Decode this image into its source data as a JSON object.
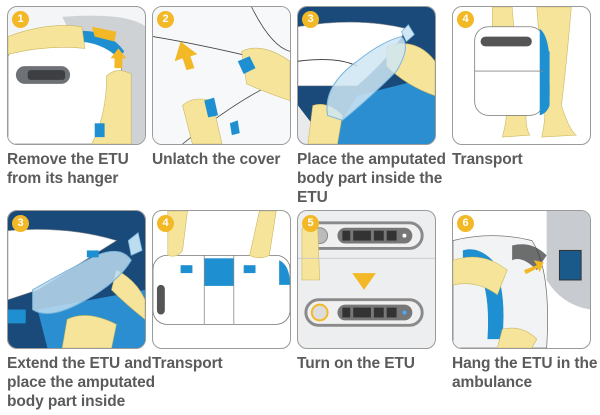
{
  "colors": {
    "badge": "#f2b826",
    "caption": "#5b5b5b",
    "device_blue": "#1e8fd0",
    "hand": "#f5e49a",
    "panel_border": "#9a9a9a"
  },
  "steps_top": [
    {
      "number": "1",
      "caption": "Remove the ETU from its hanger",
      "icon": "remove-from-hanger-illustration"
    },
    {
      "number": "2",
      "caption": "Unlatch the cover",
      "icon": "unlatch-cover-illustration"
    },
    {
      "number": "3",
      "caption": "Place the amputated body part inside the ETU",
      "icon": "place-body-part-illustration"
    },
    {
      "number": "4",
      "caption": "Transport",
      "icon": "transport-carry-illustration"
    }
  ],
  "steps_bottom": [
    {
      "number": "3",
      "caption": "Extend the ETU and place the amputated body part inside",
      "icon": "extend-etu-illustration"
    },
    {
      "number": "4",
      "caption": "Transport",
      "icon": "transport-two-hands-illustration"
    },
    {
      "number": "5",
      "caption": "Turn on the ETU",
      "icon": "power-on-illustration"
    },
    {
      "number": "6",
      "caption": "Hang the ETU in the ambulance",
      "icon": "hang-in-ambulance-illustration"
    }
  ]
}
